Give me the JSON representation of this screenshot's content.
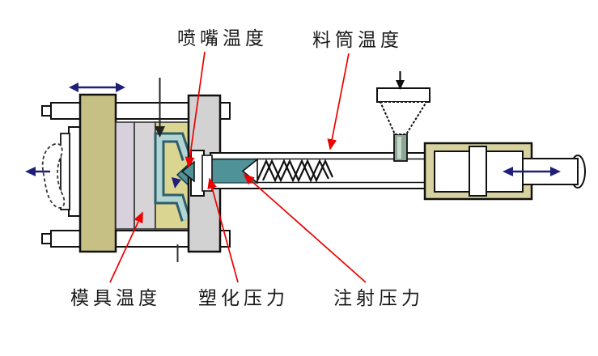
{
  "labels": {
    "nozzle_temp": {
      "text": "喷嘴温度"
    },
    "barrel_temp": {
      "text": "料筒温度"
    },
    "mold_temp": {
      "text": "模具温度"
    },
    "plasticizing_pressure": {
      "text": "塑化压力"
    },
    "injection_pressure": {
      "text": "注射压力"
    }
  },
  "colors": {
    "annotation_red": "#EE0000",
    "arrow_navy": "#1F1F7A",
    "platen_khaki": "#C6C084",
    "mold_frame_khaki": "#DBD592",
    "cylinder_khaki": "#D7D2A0",
    "plate_lavender": "#D8D0DC",
    "plate_gray": "#D6D4D6",
    "platen_gray": "#D2D2D2",
    "melt_teal": "#4F9298",
    "part_teal_light": "#B2D4D3",
    "part_teal_dark": "#2E5E6B",
    "hopper_green": "#8CA795",
    "outline_dark": "#111111"
  }
}
